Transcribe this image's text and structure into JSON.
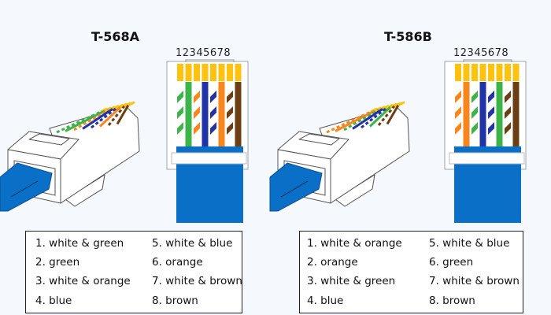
{
  "standards": [
    {
      "title": "T-568A",
      "pin_numbers": "12345678",
      "wires": [
        {
          "label": "1. white & green",
          "color": "#3cb44a",
          "striped": true
        },
        {
          "label": "2. green",
          "color": "#3cb44a",
          "striped": false
        },
        {
          "label": "3. white & orange",
          "color": "#f7861e",
          "striped": true
        },
        {
          "label": "4. blue",
          "color": "#2233a8",
          "striped": false
        },
        {
          "label": "5. white & blue",
          "color": "#2233a8",
          "striped": true
        },
        {
          "label": "6. orange",
          "color": "#f7861e",
          "striped": false
        },
        {
          "label": "7. white & brown",
          "color": "#6b3f12",
          "striped": true
        },
        {
          "label": "8. brown",
          "color": "#6b3f12",
          "striped": false
        }
      ]
    },
    {
      "title": "T-586B",
      "pin_numbers": "12345678",
      "wires": [
        {
          "label": "1. white & orange",
          "color": "#f7861e",
          "striped": true
        },
        {
          "label": "2. orange",
          "color": "#f7861e",
          "striped": false
        },
        {
          "label": "3. white & green",
          "color": "#3cb44a",
          "striped": true
        },
        {
          "label": "4. blue",
          "color": "#2233a8",
          "striped": false
        },
        {
          "label": "5. white & blue",
          "color": "#2233a8",
          "striped": true
        },
        {
          "label": "6. green",
          "color": "#3cb44a",
          "striped": false
        },
        {
          "label": "7. white & brown",
          "color": "#6b3f12",
          "striped": true
        },
        {
          "label": "8. brown",
          "color": "#6b3f12",
          "striped": false
        }
      ]
    }
  ],
  "colors": {
    "cable": "#0a6fc7",
    "pin": "#ffc20e",
    "outline": "#9aa4ad"
  }
}
